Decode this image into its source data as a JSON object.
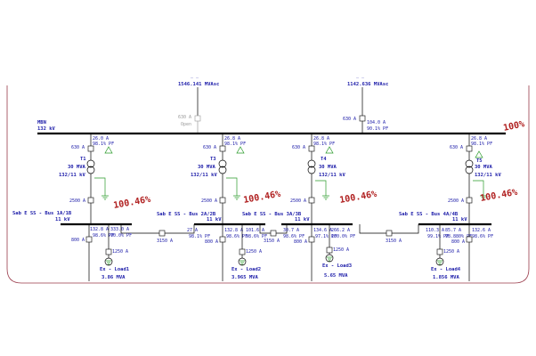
{
  "sources": [
    {
      "id": "src1",
      "mvasc": "1546.141 MVAsc",
      "bar": "_ _",
      "cb_amp": "630 A",
      "cb_state": "Open",
      "cb_open": true
    },
    {
      "id": "src2",
      "mvasc": "1142.636 MVAsc",
      "bar": "_ _",
      "cb_amp": "630 A",
      "flow_amp": "104.0 A",
      "flow_pf": "90.1% PF",
      "cb_open": false
    }
  ],
  "main_bus": {
    "name": "MBN",
    "voltage": "132 kV",
    "loading": "100%"
  },
  "feeders": [
    {
      "id": "t1",
      "name": "T1",
      "rating": "30 MVA",
      "ratio": "132/11 kV",
      "cb_hv": "630 A",
      "flow_amp": "26.0 A",
      "flow_pf": "98.1% PF",
      "cb_lv": "2500 A",
      "loading": "100.46%"
    },
    {
      "id": "t3",
      "name": "T3",
      "rating": "30 MVA",
      "ratio": "132/11 kV",
      "cb_hv": "630 A",
      "flow_amp": "26.8 A",
      "flow_pf": "98.1% PF",
      "cb_lv": "2500 A",
      "loading": "100.46%"
    },
    {
      "id": "t4",
      "name": "T4",
      "rating": "30 MVA",
      "ratio": "132/11 kV",
      "cb_hv": "630 A",
      "flow_amp": "26.8 A",
      "flow_pf": "98.1% PF",
      "cb_lv": "2500 A",
      "loading": "100.46%"
    },
    {
      "id": "t5",
      "name": "T5",
      "rating": "30 MVA",
      "ratio": "132/11 kV",
      "cb_hv": "630 A",
      "flow_amp": "26.8 A",
      "flow_pf": "98.1% PF",
      "cb_lv": "2500 A",
      "loading": "100.46%"
    }
  ],
  "lv_buses": [
    {
      "id": "b1",
      "name": "Sab E SS - Bus 1A/1B",
      "voltage": "11 kV"
    },
    {
      "id": "b2",
      "name": "Sab E SS - Bus 2A/2B",
      "voltage": "11 kV"
    },
    {
      "id": "b3",
      "name": "Sab E SS - Bus 3A/3B",
      "voltage": "11 kV"
    },
    {
      "id": "b4",
      "name": "Sab E SS - Bus 4A/4B",
      "voltage": "11 kV"
    }
  ],
  "tie_breakers": [
    "3150 A",
    "3150 A",
    "3150 A"
  ],
  "loads": [
    {
      "id": "l1",
      "name": "Ex - Load1",
      "mva": "3.86 MVA",
      "cb_load": "1250 A",
      "cb_bus": "800 A",
      "a1": "132.8 A",
      "p1": "98.6% PF",
      "a2": "333.0 A",
      "p2": "90.0% PF"
    },
    {
      "id": "l2",
      "name": "Ex - Load2",
      "mva": "3.965 MVA",
      "cb_load": "1250 A",
      "cb_bus": "800 A",
      "a1": "132.8 A",
      "p1": "98.6% PF",
      "a2": "27 A",
      "p2": "98.1% PF",
      "a3": "101.6 A",
      "p3": "98.6% PF"
    },
    {
      "id": "l3",
      "name": "Ex - Load3",
      "mva": "5.65 MVA",
      "cb_load": "1250 A",
      "cb_bus": "800 A",
      "a1": "134.6 A",
      "p1": "97.1% PF",
      "a2": "266.2 A",
      "p2": "100.0% PF",
      "a3": "30.7 A",
      "p3": "98.6% PF"
    },
    {
      "id": "l4",
      "name": "Ex - Load4",
      "mva": "1.856 MVA",
      "cb_load": "1250 A",
      "cb_bus": "800 A",
      "a1": "110.3 A",
      "p1": "99.1% PF",
      "a2": "85.7 A",
      "p2": "98.880% PF",
      "a3": "132.6 A",
      "p3": "98.6% PF"
    }
  ],
  "colors": {
    "frame": "#9a3a4a",
    "text": "#1a1aa8",
    "loading": "#b02020",
    "ground": "#2a9a2a"
  }
}
